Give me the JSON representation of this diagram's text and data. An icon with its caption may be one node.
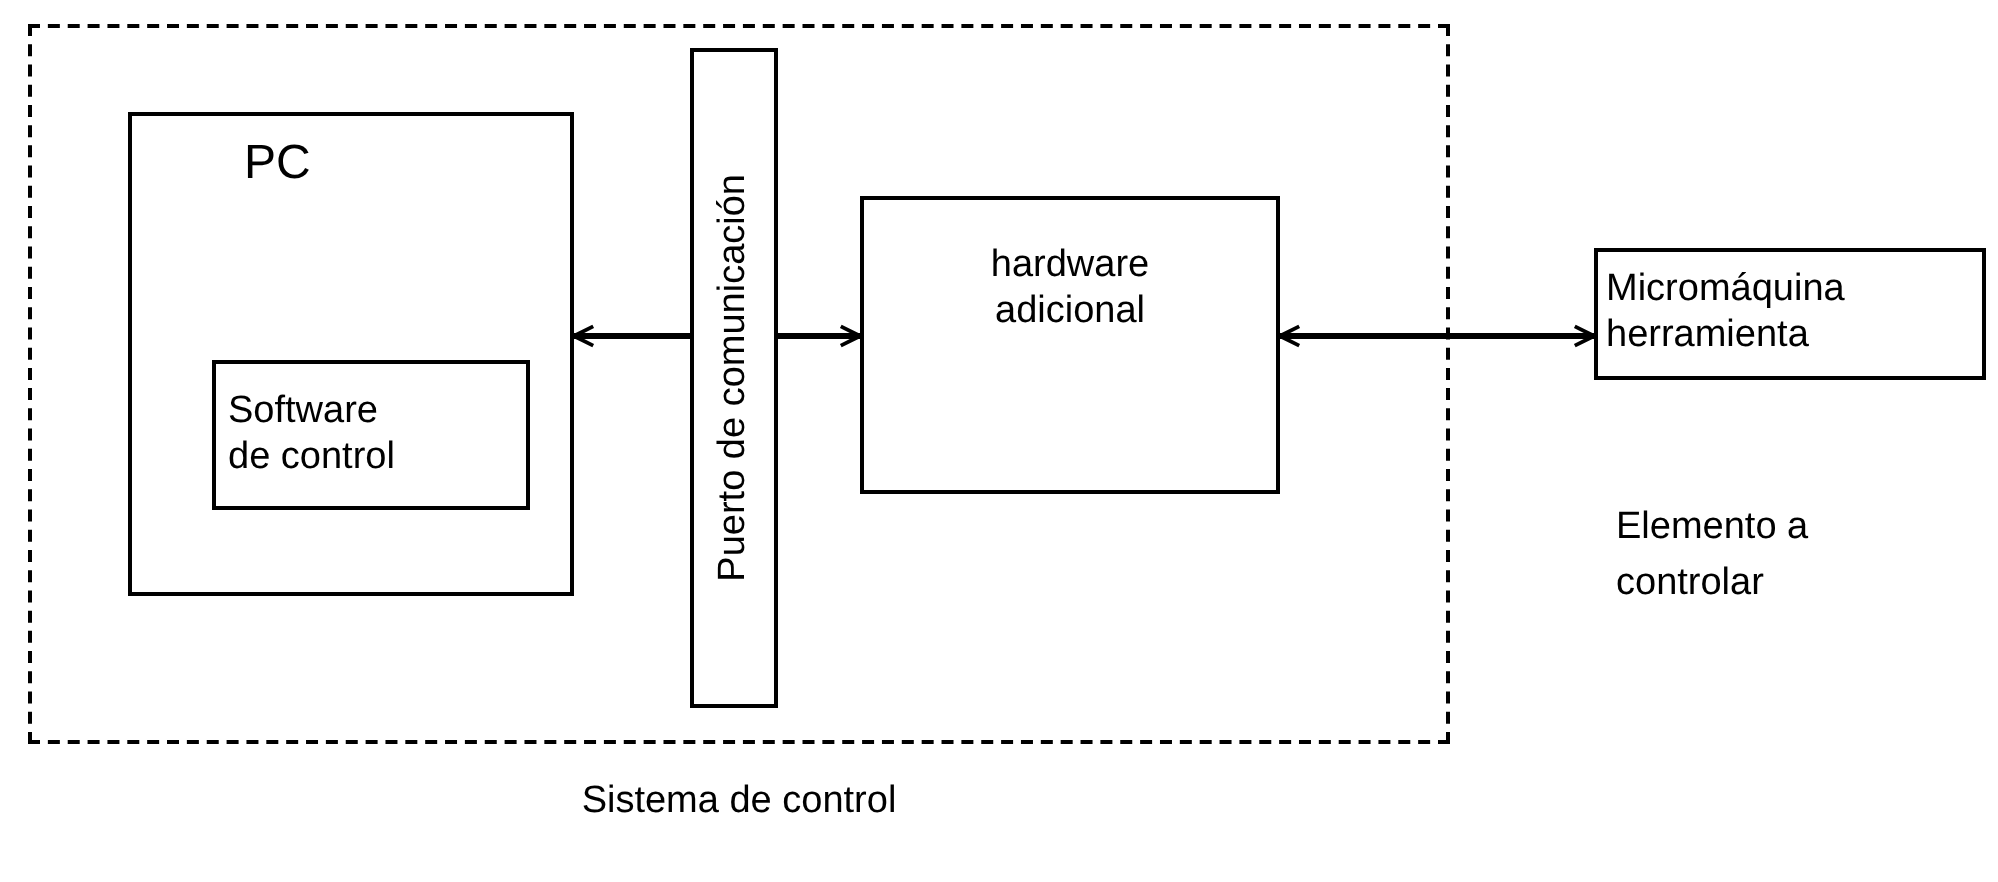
{
  "diagram": {
    "nodes": [
      {
        "text": [
          "Sistema de control"
        ]
      },
      {
        "text": [
          "PC"
        ],
        "in": 0
      },
      {
        "text": [
          "Software de control"
        ],
        "in": 1
      },
      {
        "text": [
          "Puerto de comunicación"
        ],
        "in": 0
      },
      {
        "text": [
          "hardware adicional"
        ],
        "in": 0
      },
      {
        "text": [
          "Micromáquina herramienta"
        ],
        "beside": [
          "Elemento a controlar"
        ]
      }
    ],
    "edges": [
      {
        "from": 3,
        "to": 1,
        "arrow": "to"
      },
      {
        "from": 3,
        "to": 4,
        "arrow": "to"
      },
      {
        "from": 4,
        "to": 5,
        "arrow": "both"
      }
    ]
  }
}
